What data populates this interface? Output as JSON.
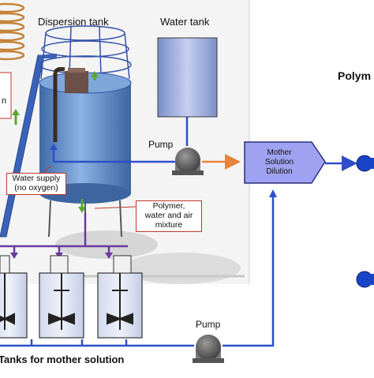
{
  "labels": {
    "dispersion_tank": "Dispersion tank",
    "water_tank": "Water tank",
    "pump_top": "Pump",
    "pump_bottom": "Pump",
    "polymer_right": "Polym",
    "water_supply_line1": "Water supply",
    "water_supply_line2": "(no oxygen)",
    "mixture_line1": "Polymer,",
    "mixture_line2": "water and air",
    "mixture_line3": "mixture",
    "dilution_line1": "Mother",
    "dilution_line2": "Solution",
    "dilution_line3": "Dilution",
    "tanks_caption": "Tanks for mother solution",
    "partial_left": "n"
  },
  "colors": {
    "pipe_blue": "#2e4fc9",
    "pipe_orange": "#e8843a",
    "pipe_purple": "#6a3a9c",
    "arrow_green": "#5aa832",
    "tank_blue": "#5b88c4",
    "dilution_fill": "#9fa2f0",
    "label_border": "#c0392b"
  },
  "icons": [
    "coil-icon",
    "pump-icon",
    "agitator-icon",
    "injector-icon"
  ]
}
